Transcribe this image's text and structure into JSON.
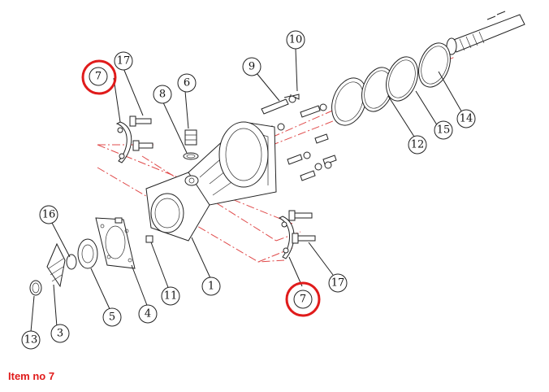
{
  "caption": "Item no 7",
  "highlight_color": "#e01b1b",
  "callouts": [
    {
      "id": "c1",
      "label": "1"
    },
    {
      "id": "c3",
      "label": "3"
    },
    {
      "id": "c4",
      "label": "4"
    },
    {
      "id": "c5",
      "label": "5"
    },
    {
      "id": "c6",
      "label": "6"
    },
    {
      "id": "c7a",
      "label": "7",
      "highlighted": true
    },
    {
      "id": "c7b",
      "label": "7",
      "highlighted": true
    },
    {
      "id": "c8",
      "label": "8"
    },
    {
      "id": "c9",
      "label": "9"
    },
    {
      "id": "c10",
      "label": "10"
    },
    {
      "id": "c11",
      "label": "11"
    },
    {
      "id": "c12",
      "label": "12"
    },
    {
      "id": "c13",
      "label": "13"
    },
    {
      "id": "c14",
      "label": "14"
    },
    {
      "id": "c15",
      "label": "15"
    },
    {
      "id": "c16",
      "label": "16"
    },
    {
      "id": "c17a",
      "label": "17"
    },
    {
      "id": "c17b",
      "label": "17"
    }
  ]
}
